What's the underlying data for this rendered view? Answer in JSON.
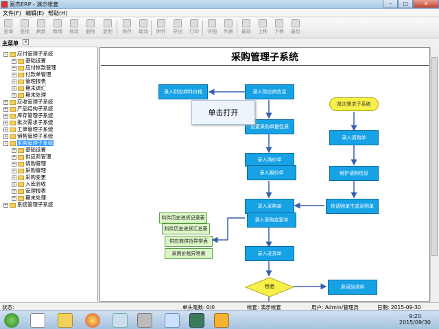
{
  "window": {
    "title": "易杰ERP - 演示帐套",
    "min": "–",
    "max": "□",
    "close": "✕"
  },
  "menu": [
    "文件(F)",
    "编辑(E)",
    "帮助(H)"
  ],
  "toolbar": [
    "查询",
    "查找",
    "刷新",
    "新增",
    "修改",
    "删除",
    "复制",
    "保存",
    "取消",
    "附件",
    "导出",
    "打印",
    "详细",
    "列表",
    "最前",
    "上移",
    "下移",
    "最后"
  ],
  "left_panel": {
    "header": "主菜单",
    "close": "✕",
    "tree": [
      {
        "label": "应付管理子系统",
        "level": 0,
        "exp": "-"
      },
      {
        "label": "基础设置",
        "level": 1,
        "exp": "+"
      },
      {
        "label": "应付帐款管理",
        "level": 1,
        "exp": "+"
      },
      {
        "label": "付款单管理",
        "level": 1,
        "exp": "+"
      },
      {
        "label": "管理报表",
        "level": 1,
        "exp": "+"
      },
      {
        "label": "期末调汇",
        "level": 1,
        "exp": "+"
      },
      {
        "label": "期末处理",
        "level": 1,
        "exp": "+"
      },
      {
        "label": "应收管理子系统",
        "level": 0,
        "exp": "+"
      },
      {
        "label": "产品结构子系统",
        "level": 0,
        "exp": "+"
      },
      {
        "label": "库存管理子系统",
        "level": 0,
        "exp": "+"
      },
      {
        "label": "批次需求子系统",
        "level": 0,
        "exp": "+"
      },
      {
        "label": "工单管理子系统",
        "level": 0,
        "exp": "+"
      },
      {
        "label": "销售管理子系统",
        "level": 0,
        "exp": "+"
      },
      {
        "label": "采购管理子系统",
        "level": 0,
        "exp": "-",
        "selected": true
      },
      {
        "label": "基础设置",
        "level": 1,
        "exp": "+"
      },
      {
        "label": "供应商管理",
        "level": 1,
        "exp": "+"
      },
      {
        "label": "请购管理",
        "level": 1,
        "exp": "+"
      },
      {
        "label": "采购管理",
        "level": 1,
        "exp": "+"
      },
      {
        "label": "采购变更",
        "level": 1,
        "exp": "+"
      },
      {
        "label": "入库验收",
        "level": 1,
        "exp": "+"
      },
      {
        "label": "管理报表",
        "level": 1,
        "exp": "+"
      },
      {
        "label": "期末处理",
        "level": 1,
        "exp": "+"
      },
      {
        "label": "系统管理子系统",
        "level": 0,
        "exp": "+"
      }
    ]
  },
  "flowchart": {
    "title": "采购管理子系统",
    "tooltip": "单击打开",
    "boxes": {
      "b1": "录入供应商料价格",
      "b2": "录入供应商信息",
      "b3": "设置采购单据性质",
      "b4": "录入询价单",
      "b5": "录入报价单",
      "b6": "录入采购单",
      "b7": "录入采购变更单",
      "b8": "录入进货单",
      "b9": "检验",
      "b10": "退回验退件",
      "b11": "批次需求子系统",
      "b12": "录入请购单",
      "b13": "维护请购信息",
      "b14": "依请购单生成采购单"
    },
    "docs": {
      "d1": "料件历史进货记录表",
      "d2": "料件历史进货汇总表",
      "d3": "供应商供货异常表",
      "d4": "采购价格异常表"
    }
  },
  "status": {
    "label": "状态:",
    "count": "单头笔数: 0/0",
    "account": "帐套: 演示帐套",
    "user": "用户: Admin/管理员",
    "date": "日期: 2015-09-30"
  },
  "taskbar": {
    "time": "9:20",
    "date": "2015/09/30"
  }
}
